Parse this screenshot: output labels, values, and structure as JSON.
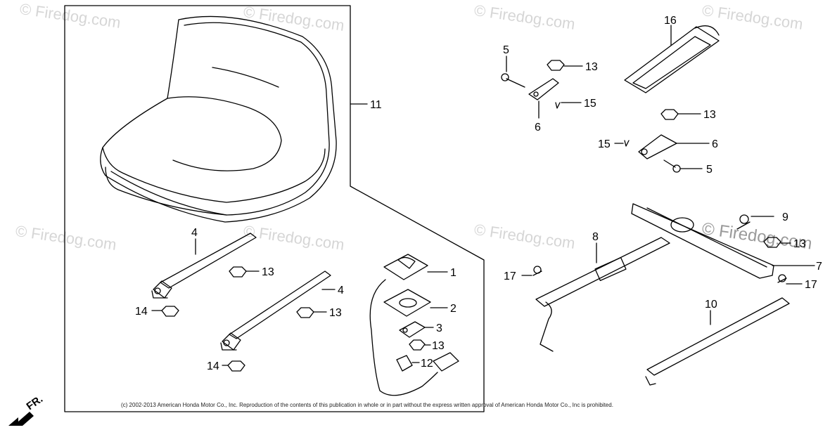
{
  "watermark": "© Firedog.com",
  "copyright": "(c) 2002-2013 American Honda Motor Co., Inc. Reproduction of the contents of this publication in whole or in part without the express written approval of American Honda Motor Co., Inc is prohibited.",
  "direction_label": "FR.",
  "callouts": {
    "seat_assembly": "11",
    "hinge_left": "4",
    "hinge_right": "4",
    "nut_a": "13",
    "nut_b": "13",
    "nut_c": "13",
    "nut_d": "13",
    "nut_e": "13",
    "nut_f": "13",
    "collar_a": "14",
    "collar_b": "14",
    "switch_seat": "1",
    "switch_plate": "2",
    "switch_bracket": "3",
    "harness_clip": "12",
    "pin_upper": "5",
    "pin_lower": "5",
    "stay_upper": "6",
    "stay_lower": "6",
    "clip_upper": "15",
    "clip_lower": "15",
    "strap": "16",
    "bolt_a": "9",
    "bolt_b": "17",
    "bolt_c": "17",
    "rail_adjuster": "8",
    "rail_base": "7",
    "rail_lower": "10"
  }
}
